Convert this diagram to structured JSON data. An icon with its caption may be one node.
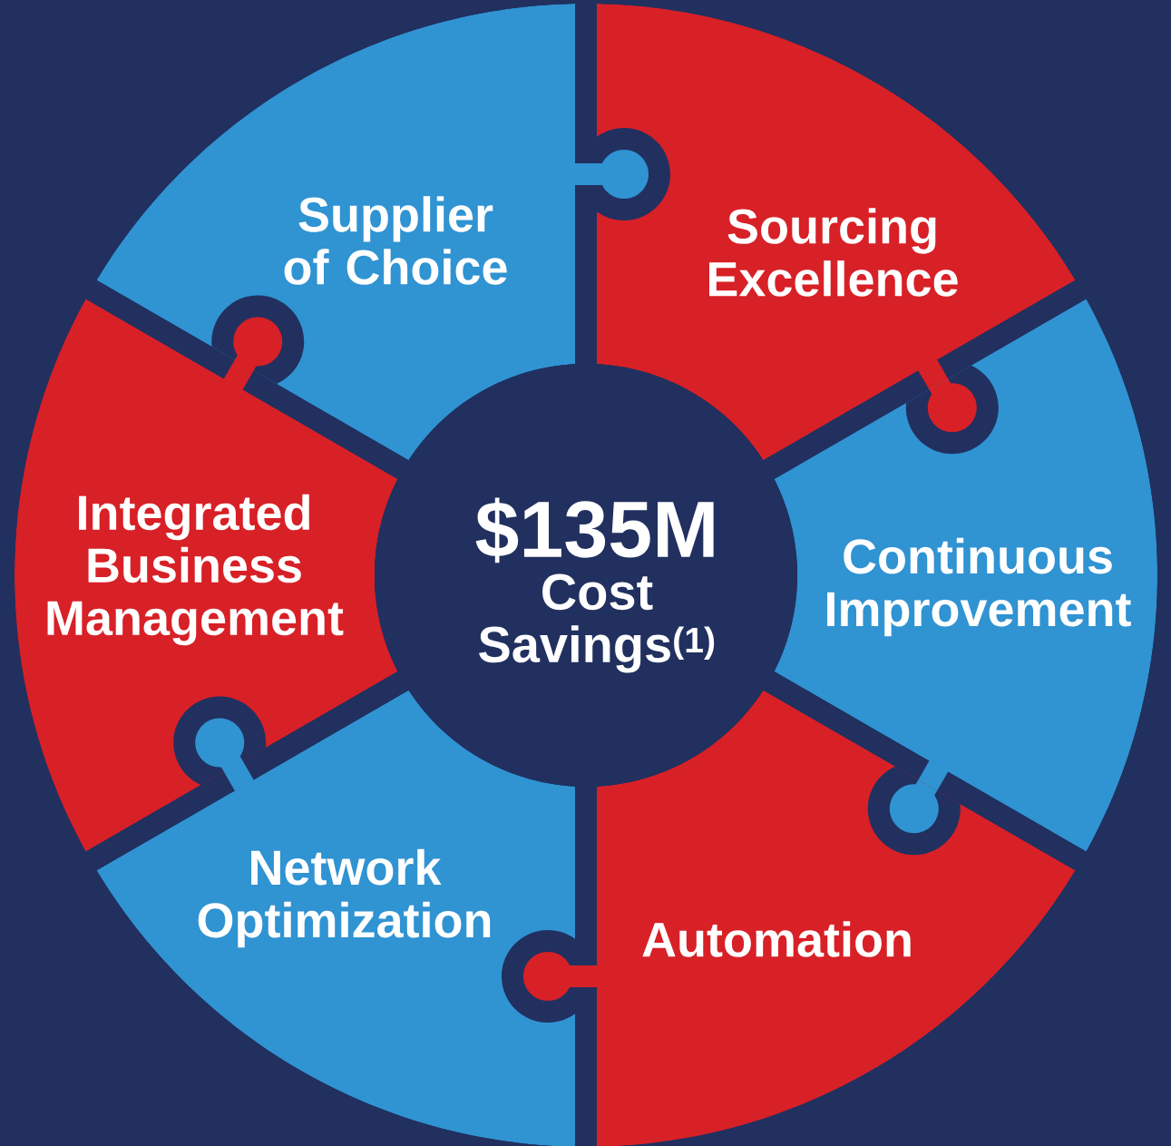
{
  "diagram": {
    "nodes": [
      {
        "text": [
          "Supplier of Choice"
        ]
      },
      {
        "text": [
          "Sourcing Excellence"
        ]
      },
      {
        "text": [
          "Integrated Business Management"
        ]
      },
      {
        "text": [
          "$135M",
          "Cost Savings$^{(1)}$"
        ]
      },
      {
        "text": [
          "Continuous Improvement"
        ]
      },
      {
        "text": [
          "Network Optimization"
        ]
      },
      {
        "text": [
          "Automation"
        ]
      }
    ]
  }
}
